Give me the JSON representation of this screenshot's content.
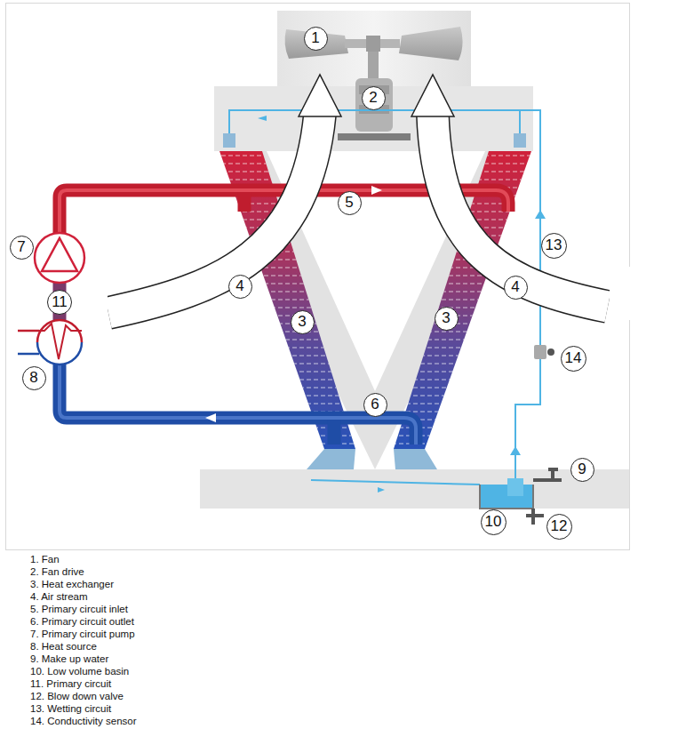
{
  "diagram": {
    "nodes": [
      {
        "text": [
          "1"
        ]
      },
      {
        "text": [
          "2"
        ]
      },
      {
        "text": [
          "3"
        ]
      },
      {
        "text": [
          "3"
        ]
      },
      {
        "text": [
          "4"
        ]
      },
      {
        "text": [
          "4"
        ]
      },
      {
        "text": [
          "5"
        ]
      },
      {
        "text": [
          "6"
        ]
      },
      {
        "text": [
          "7"
        ]
      },
      {
        "text": [
          "8"
        ]
      },
      {
        "text": [
          "9"
        ]
      },
      {
        "text": [
          "10"
        ]
      },
      {
        "text": [
          "11"
        ]
      },
      {
        "text": [
          "12"
        ]
      },
      {
        "text": [
          "13"
        ]
      },
      {
        "text": [
          "14"
        ]
      }
    ],
    "labels": [
      "1. Fan",
      "2. Fan drive",
      "3. Heat exchanger",
      "4. Air stream",
      "5. Primary circuit inlet",
      "6. Primary circuit outlet",
      "7. Primary circuit pump",
      "8. Heat source",
      "9. Make up water",
      "10. Low volume basin",
      "11. Primary circuit",
      "12. Blow down valve",
      "13. Wetting circuit",
      "14. Conductivity sensor"
    ]
  }
}
